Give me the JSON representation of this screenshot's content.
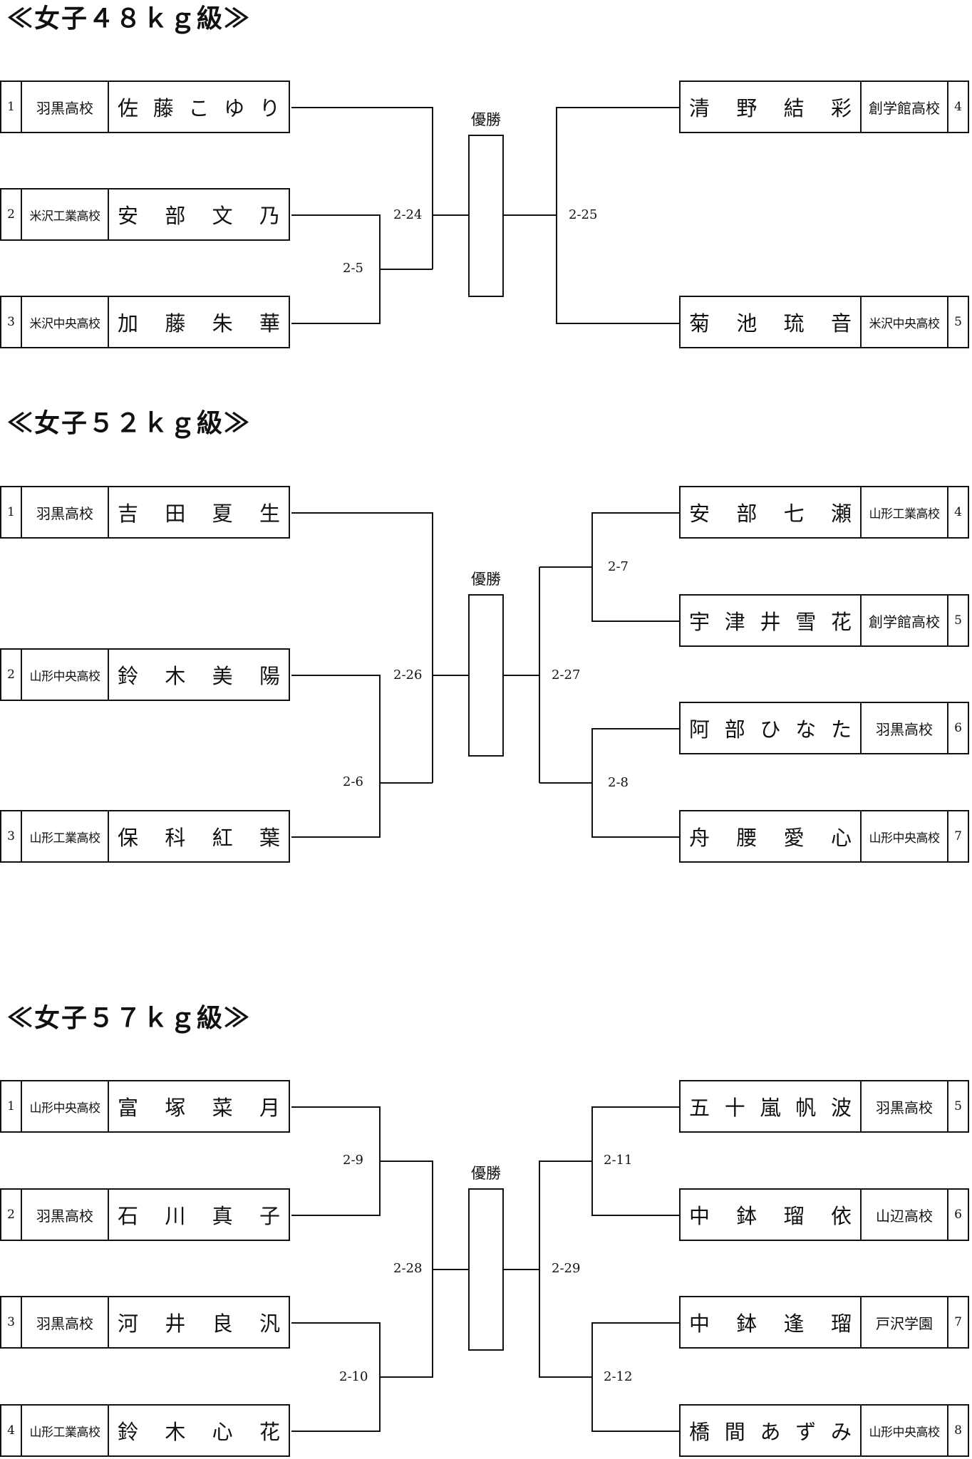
{
  "champion_label": "優勝",
  "brackets": [
    {
      "title": "≪女子４８ｋｇ級≫",
      "entries": [
        {
          "seed": "1",
          "school": "羽黒高校",
          "name": "佐藤こゆり"
        },
        {
          "seed": "2",
          "school": "米沢工業高校",
          "name": "安部文乃"
        },
        {
          "seed": "3",
          "school": "米沢中央高校",
          "name": "加藤朱華"
        },
        {
          "seed": "4",
          "school": "創学館高校",
          "name": "清野結彩"
        },
        {
          "seed": "5",
          "school": "米沢中央高校",
          "name": "菊池琉音"
        }
      ],
      "matches": [
        "2-5",
        "2-24",
        "2-25"
      ]
    },
    {
      "title": "≪女子５２ｋｇ級≫",
      "entries": [
        {
          "seed": "1",
          "school": "羽黒高校",
          "name": "吉田夏生"
        },
        {
          "seed": "2",
          "school": "山形中央高校",
          "name": "鈴木美陽"
        },
        {
          "seed": "3",
          "school": "山形工業高校",
          "name": "保科紅葉"
        },
        {
          "seed": "4",
          "school": "山形工業高校",
          "name": "安部七瀬"
        },
        {
          "seed": "5",
          "school": "創学館高校",
          "name": "宇津井雪花"
        },
        {
          "seed": "6",
          "school": "羽黒高校",
          "name": "阿部ひなた"
        },
        {
          "seed": "7",
          "school": "山形中央高校",
          "name": "舟腰愛心"
        }
      ],
      "matches": [
        "2-6",
        "2-26",
        "2-7",
        "2-8",
        "2-27"
      ]
    },
    {
      "title": "≪女子５７ｋｇ級≫",
      "entries": [
        {
          "seed": "1",
          "school": "山形中央高校",
          "name": "富塚菜月"
        },
        {
          "seed": "2",
          "school": "羽黒高校",
          "name": "石川真子"
        },
        {
          "seed": "3",
          "school": "羽黒高校",
          "name": "河井良汎"
        },
        {
          "seed": "4",
          "school": "山形工業高校",
          "name": "鈴木心花"
        },
        {
          "seed": "5",
          "school": "羽黒高校",
          "name": "五十嵐帆波"
        },
        {
          "seed": "6",
          "school": "山辺高校",
          "name": "中鉢瑠依"
        },
        {
          "seed": "7",
          "school": "戸沢学園",
          "name": "中鉢逢瑠"
        },
        {
          "seed": "8",
          "school": "山形中央高校",
          "name": "橋間あずみ"
        }
      ],
      "matches": [
        "2-9",
        "2-10",
        "2-28",
        "2-11",
        "2-12",
        "2-29"
      ]
    }
  ]
}
